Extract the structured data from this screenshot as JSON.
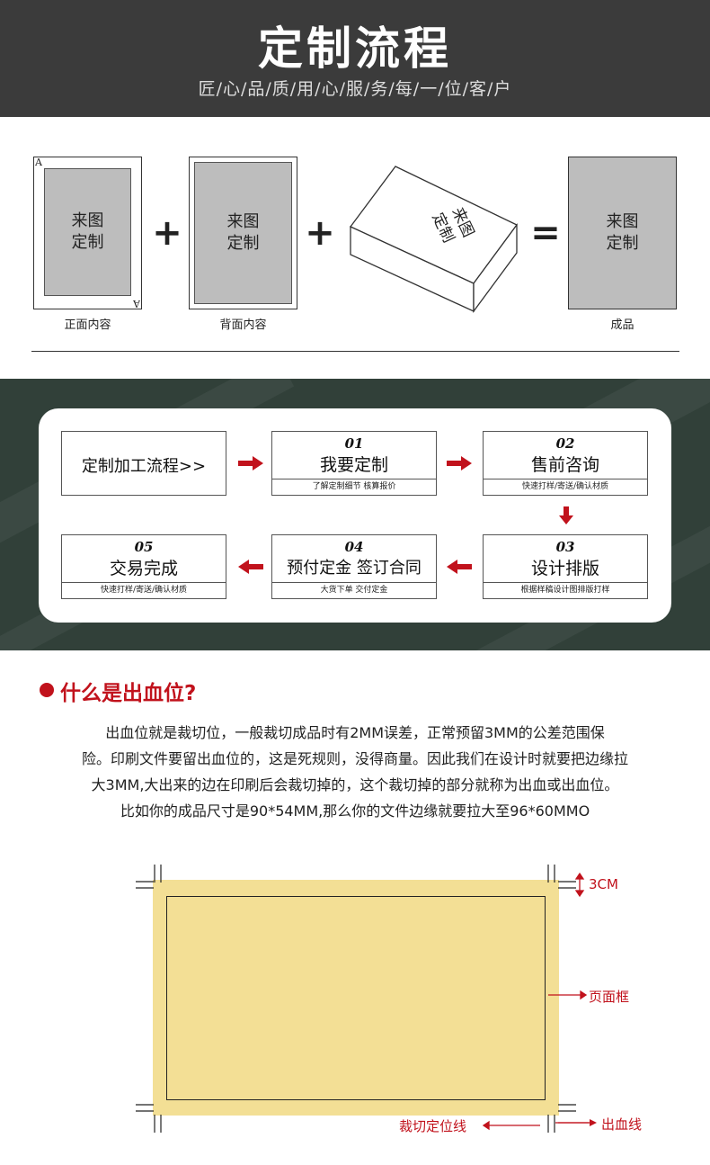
{
  "header": {
    "title": "定制流程",
    "subtitle": "匠/心/品/质/用/心/服/务/每/一/位/客/户"
  },
  "composition": {
    "front": {
      "line1": "来图",
      "line2": "定制",
      "corner": "A",
      "caption": "正面内容"
    },
    "back": {
      "line1": "来图",
      "line2": "定制",
      "caption": "背面内容"
    },
    "box": {
      "line1": "来图",
      "line2": "定制"
    },
    "product": {
      "line1": "来图",
      "line2": "定制",
      "caption": "成品"
    },
    "plus": "+",
    "equals": "="
  },
  "process": {
    "head_label": "定制加工流程>>",
    "steps": [
      {
        "num": "01",
        "name": "我要定制",
        "desc": "了解定制细节 核算报价"
      },
      {
        "num": "02",
        "name": "售前咨询",
        "desc": "快速打样/寄送/确认材质"
      },
      {
        "num": "03",
        "name": "设计排版",
        "desc": "根据样稿设计图排版打样"
      },
      {
        "num": "04",
        "name": "预付定金 签订合同",
        "desc": "大货下单 交付定金"
      },
      {
        "num": "05",
        "name": "交易完成",
        "desc": "快速打样/寄送/确认材质"
      }
    ],
    "arrow_color": "#c1121c"
  },
  "bleed": {
    "title": "什么是出血位?",
    "lines": [
      "出血位就是裁切位，一般裁切成品时有2MM误差，正常预留3MM的公差范围保",
      "险。印刷文件要留出血位的，这是死规则，没得商量。因此我们在设计时就要把边缘拉",
      "大3MM,大出来的边在印刷后会裁切掉的，这个裁切掉的部分就称为出血或出血位。",
      "比如你的成品尺寸是90*54MM,那么你的文件边缘就要拉大至96*60MMO"
    ],
    "accent_color": "#c1121c"
  },
  "diagram": {
    "margin_label": "3CM",
    "page_frame_label": "页面框",
    "cut_line_label": "裁切定位线",
    "bleed_line_label": "出血线",
    "fill_color": "#f3df95"
  }
}
